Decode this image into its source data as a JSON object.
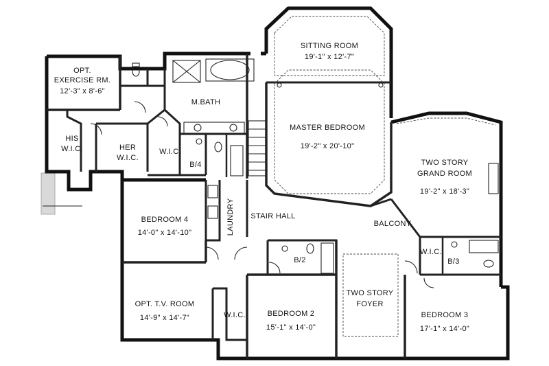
{
  "rooms": {
    "sitting_room": {
      "name": "SITTING ROOM",
      "dims": "19'-1\" x 12'-7\""
    },
    "exercise_room": {
      "name1": "OPT.",
      "name2": "EXERCISE RM.",
      "dims": "12'-3\" x 8'-6\""
    },
    "master_bath": {
      "name": "M.BATH"
    },
    "master_bedroom": {
      "name": "MASTER BEDROOM",
      "dims": "19'-2\" x 20'-10\""
    },
    "his_wic": {
      "name1": "HIS",
      "name2": "W.I.C."
    },
    "her_wic": {
      "name1": "HER",
      "name2": "W.I.C."
    },
    "wic_small": {
      "name": "W.I.C."
    },
    "bath4": {
      "name": "B/4"
    },
    "laundry": {
      "name": "LAUNDRY"
    },
    "grand_room": {
      "name1": "TWO STORY",
      "name2": "GRAND ROOM",
      "dims": "19'-2\" x 18'-3\""
    },
    "bedroom4": {
      "name": "BEDROOM 4",
      "dims": "14'-0\" x 14'-10\""
    },
    "stair_hall": {
      "name": "STAIR HALL"
    },
    "balcony": {
      "name": "BALCONY"
    },
    "bath2": {
      "name": "B/2"
    },
    "bath3": {
      "name": "B/3"
    },
    "wic_b3": {
      "name": "W.I.C."
    },
    "tv_room": {
      "name": "OPT. T.V. ROOM",
      "dims": "14'-9\" x 14'-7\""
    },
    "wic_b2": {
      "name": "W.I.C."
    },
    "bedroom2": {
      "name": "BEDROOM 2",
      "dims": "15'-1\" x 14'-0\""
    },
    "foyer": {
      "name1": "TWO STORY",
      "name2": "FOYER"
    },
    "bedroom3": {
      "name": "BEDROOM 3",
      "dims": "17'-1\" x 14'-0\""
    }
  }
}
